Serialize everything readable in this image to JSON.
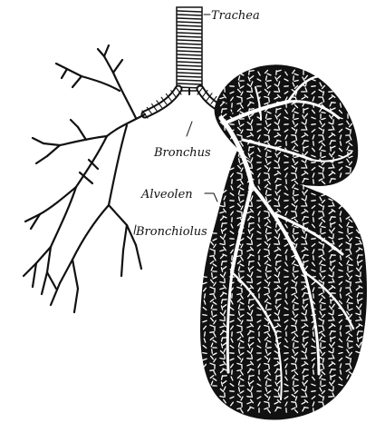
{
  "labels": {
    "trachea": "Trachea",
    "bronchus": "Bronchus",
    "alveolen": "Alveolen",
    "bronchiolus": "Bronchiolus"
  },
  "colors": {
    "ink": "#111111",
    "paper": "#ffffff"
  }
}
